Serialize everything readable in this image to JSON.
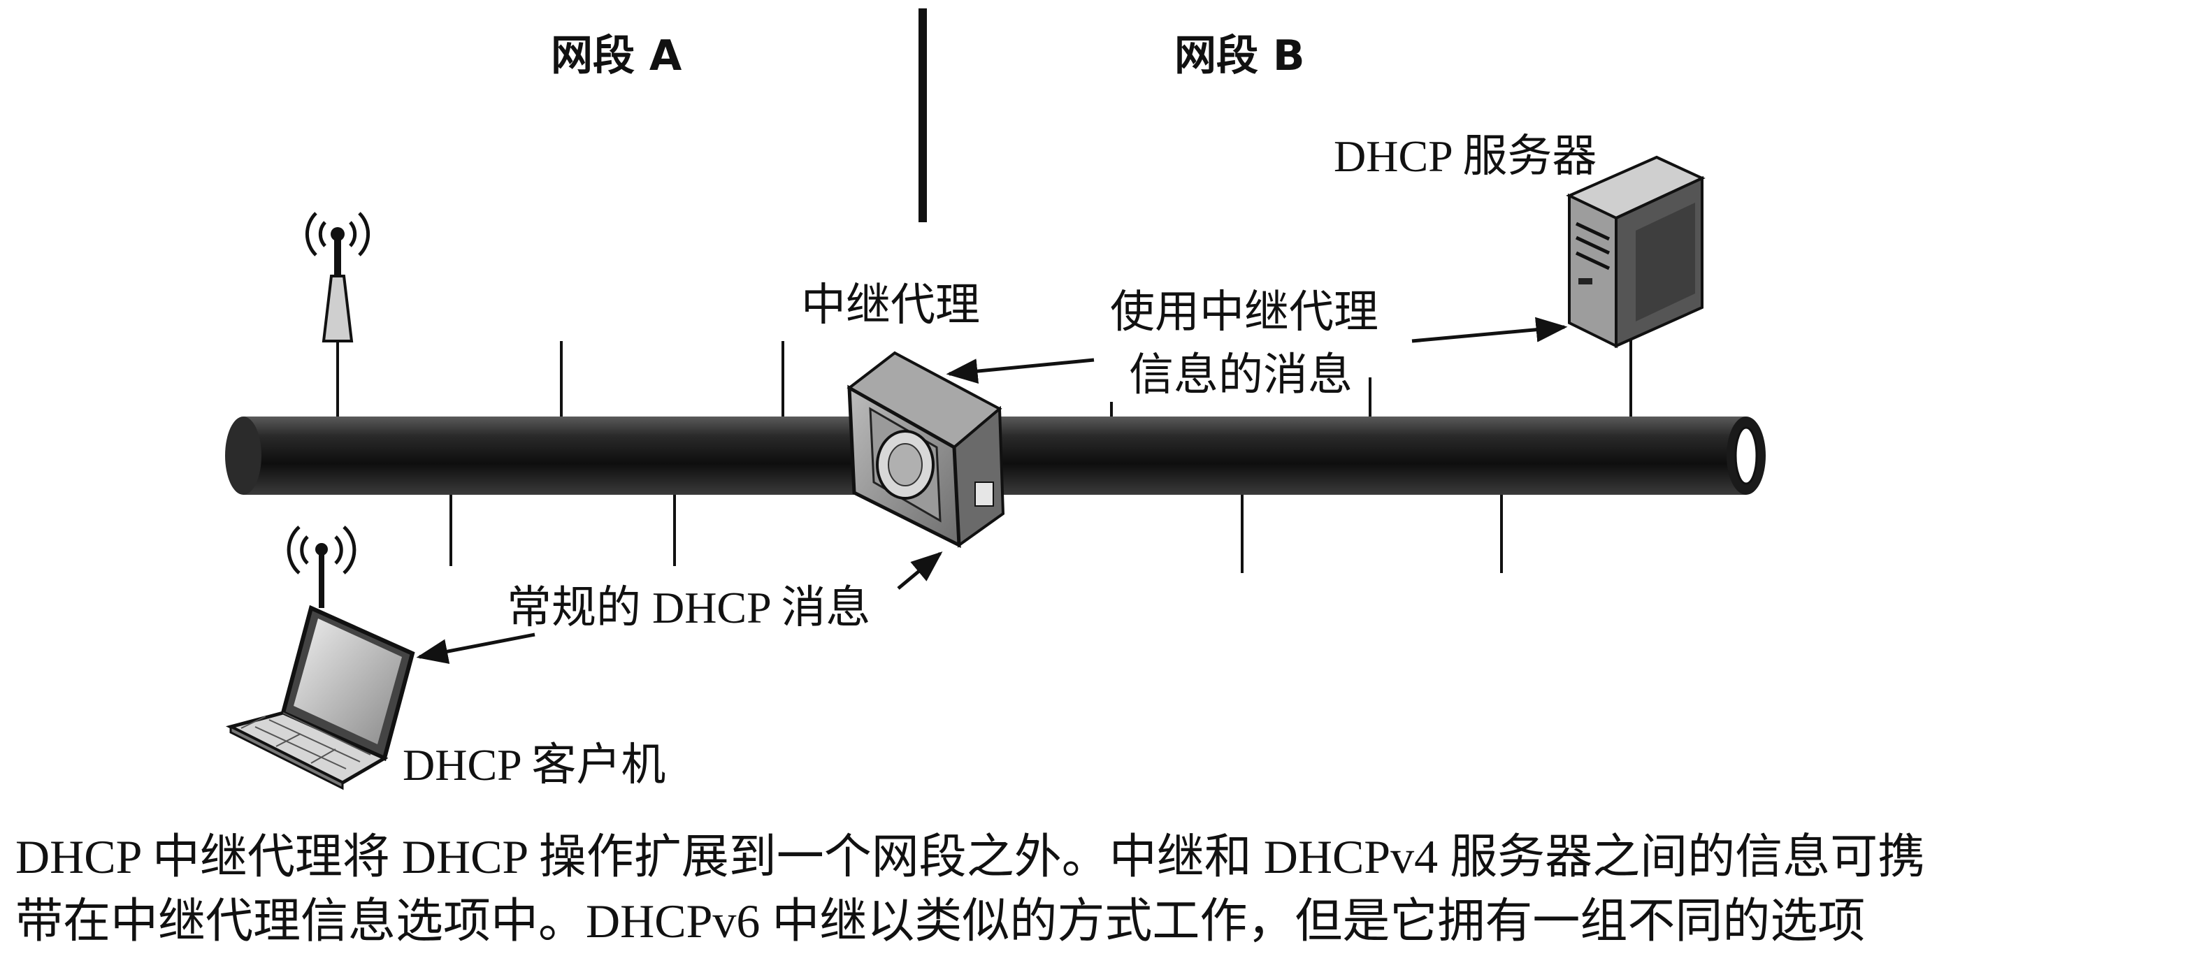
{
  "segments": {
    "a": "网段 A",
    "b": "网段 B"
  },
  "labels": {
    "dhcp_server": "DHCP 服务器",
    "relay_agent": "中继代理",
    "relay_info_line1": "使用中继代理",
    "relay_info_line2": "信息的消息",
    "normal_message": "常规的 DHCP 消息",
    "dhcp_client": "DHCP 客户机"
  },
  "caption": {
    "line1": "DHCP 中继代理将 DHCP 操作扩展到一个网段之外。中继和 DHCPv4 服务器之间的信息可携",
    "line2": "带在中继代理信息选项中。DHCPv6 中继以类似的方式工作，但是它拥有一组不同的选项"
  },
  "icons": [
    "wireless-access-point-icon",
    "laptop-icon",
    "relay-agent-icon",
    "dhcp-server-icon"
  ],
  "colors": {
    "ink": "#111111",
    "cable": "#1a1a1a"
  }
}
